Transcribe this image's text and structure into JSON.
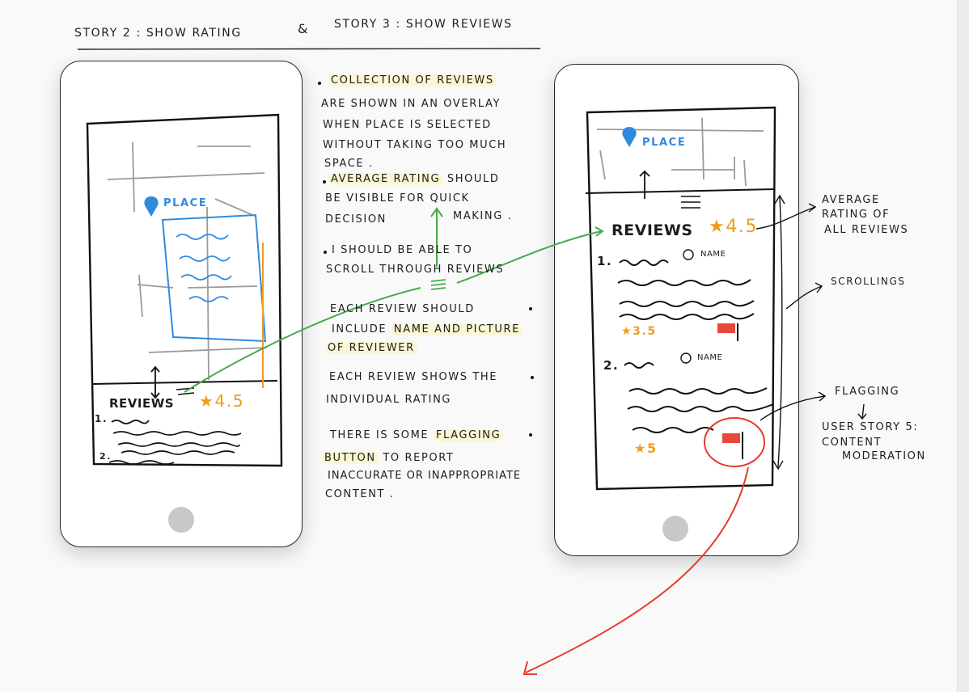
{
  "header": {
    "story2": "STORY 2 :  SHOW  RATING",
    "ampersand": "&",
    "story3": "STORY 3 :   SHOW   REVIEWS"
  },
  "left_phone": {
    "place_label": "PLACE",
    "reviews_label": "REVIEWS",
    "rating": "4.5",
    "item1_num": "1.",
    "item2_num": "2."
  },
  "notes": {
    "n1_a": "COLLECTION  OF  REVIEWS",
    "n1_b": "ARE SHOWN  IN  AN OVERLAY",
    "n1_c": "WHEN PLACE IS SELECTED",
    "n1_d": "WITHOUT  TAKING TOO MUCH",
    "n1_e": "SPACE .",
    "n2_a": "AVERAGE  RATING",
    "n2_b": "SHOULD",
    "n2_c": "BE VISIBLE FOR QUICK",
    "n2_d": "DECISION",
    "n2_e": "MAKING .",
    "n3_a": "I  SHOULD  BE  ABLE  TO",
    "n3_b": "SCROLL  THROUGH  REVIEWS",
    "n4_a": "EACH  REVIEW  SHOULD",
    "n4_b": "INCLUDE",
    "n4_c": "NAME AND  PICTURE",
    "n4_d": "OF REVIEWER",
    "n5_a": "EACH REVIEW  SHOWS  THE",
    "n5_b": "INDIVIDUAL  RATING",
    "n6_a": "THERE  IS  SOME",
    "n6_b": "FLAGGING",
    "n6_c": "BUTTON",
    "n6_d": "TO  REPORT",
    "n6_e": "INACCURATE  OR  INAPPROPRIATE",
    "n6_f": "CONTENT ."
  },
  "right_phone": {
    "place_label": "PLACE",
    "reviews_label": "REVIEWS",
    "rating": "4.5",
    "item1_num": "1.",
    "item1_name": "NAME",
    "item1_rating": "3.5",
    "item2_num": "2.",
    "item2_name": "NAME",
    "item2_rating": "5"
  },
  "annotations": {
    "avg_a": "AVERAGE",
    "avg_b": "RATING OF",
    "avg_c": "ALL REVIEWS",
    "scrolling": "SCROLLINGS",
    "flagging": "FLAGGING",
    "story5_a": "USER  STORY 5:",
    "story5_b": "CONTENT",
    "story5_c": "MODERATION"
  },
  "colors": {
    "ink": "#1d1d1d",
    "blue": "#2f8be0",
    "orange": "#f19b1d",
    "green": "#4aa84a",
    "red": "#e53b2c",
    "highlight": "#fbf6d4",
    "flag": "#e8483a"
  }
}
